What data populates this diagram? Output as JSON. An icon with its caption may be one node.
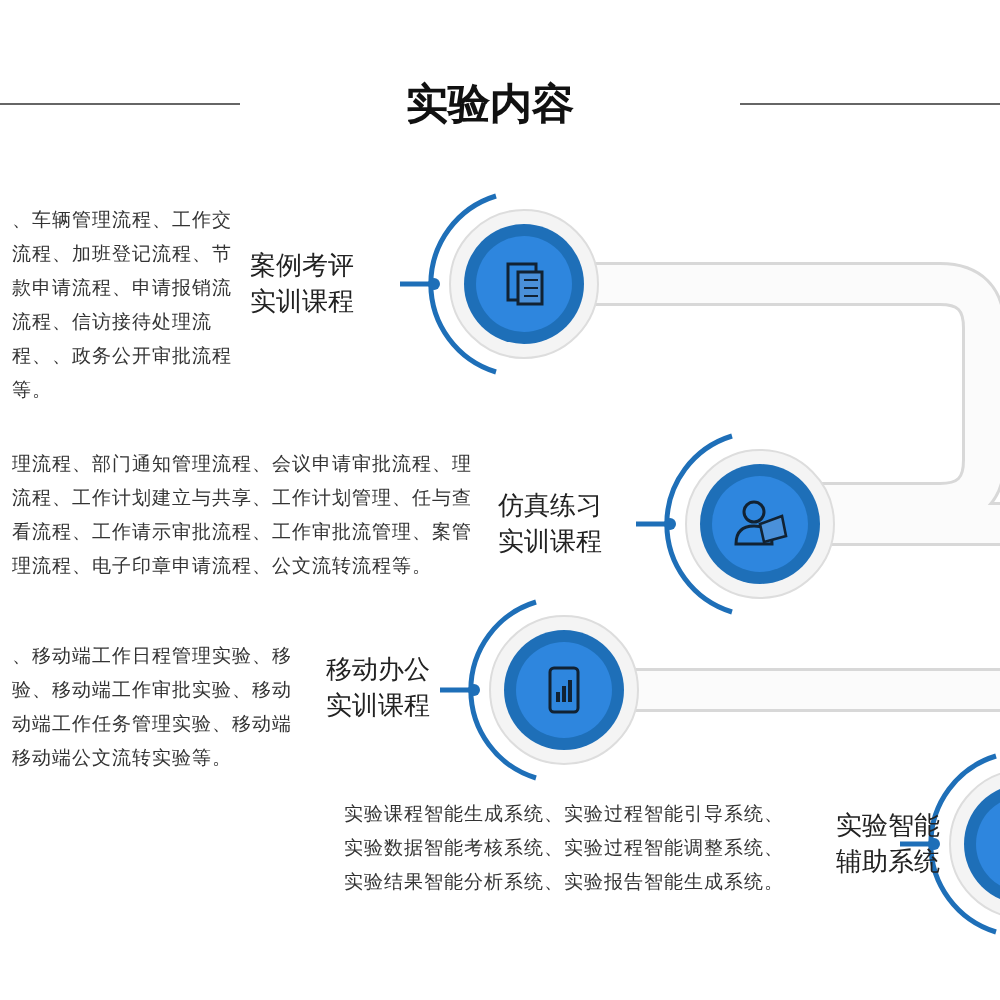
{
  "diagram": {
    "title": "实验内容",
    "nodes": [
      {
        "text": [],
        "shape": "circle",
        "beside": [
          "案例考评实训课程"
        ]
      },
      {
        "text": [],
        "shape": "circle",
        "beside": [
          "仿真练习实训课程"
        ]
      },
      {
        "text": [],
        "shape": "circle",
        "beside": [
          "移动办公实训课程"
        ]
      },
      {
        "text": [],
        "shape": "circle",
        "beside": [
          "实验智能辅助系统"
        ]
      }
    ],
    "labels": [
      "、车辆管理流程、工作交流程、加班登记流程、节款申请流程、申请报销流流程、信访接待处理流程、、政务公开审批流程等。",
      "理流程、部门通知管理流程、会议申请审批流程、理流程、工作计划建立与共享、工作计划管理、任与查看流程、工作请示审批流程、工作审批流管理、案管理流程、电子印章申请流程、公文流转流程等。",
      "、移动端工作日程管理实验、移验、移动端工作审批实验、移动动端工作任务管理实验、移动端移动端公文流转实验等。",
      "实验课程智能生成系统、实验过程智能引导系统、实验数据智能考核系统、实验过程智能调整系统、实验结果智能分析系统、实验报告智能生成系统。"
    ]
  }
}
